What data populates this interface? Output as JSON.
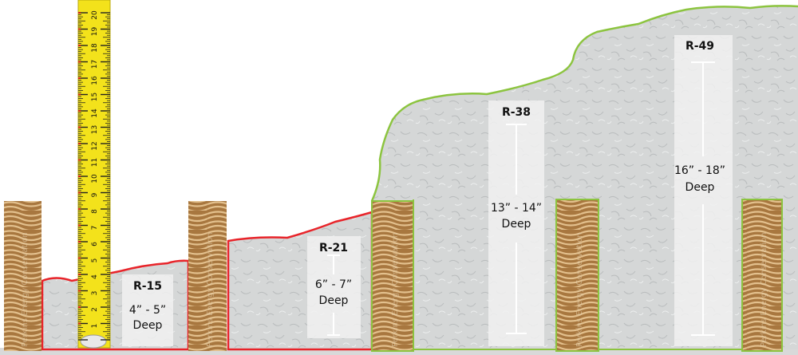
{
  "watermark": "Perkins Energy Conservation",
  "colors": {
    "insulation": "#d6d8d8",
    "insulation_dark": "#c2c5c6",
    "outline_low": "#e8242a",
    "outline_high": "#8cc43f",
    "wood": "#a8773f",
    "wood_grain": "#e8c99a",
    "tape": "#f3e21b",
    "label_box": "#f1f1f1"
  },
  "tape_measure": {
    "numbers": [
      "1",
      "2",
      "3",
      "4",
      "5",
      "6",
      "7",
      "8",
      "9",
      "10",
      "11",
      "12",
      "13",
      "14",
      "15",
      "16",
      "17",
      "18",
      "19",
      "20"
    ]
  },
  "sections": [
    {
      "r_value": "R-15",
      "depth": "4” - 5”",
      "deep": "Deep"
    },
    {
      "r_value": "R-21",
      "depth": "6” - 7”",
      "deep": "Deep"
    },
    {
      "r_value": "R-38",
      "depth": "13” - 14”",
      "deep": "Deep"
    },
    {
      "r_value": "R-49",
      "depth": "16” - 18”",
      "deep": "Deep"
    }
  ]
}
